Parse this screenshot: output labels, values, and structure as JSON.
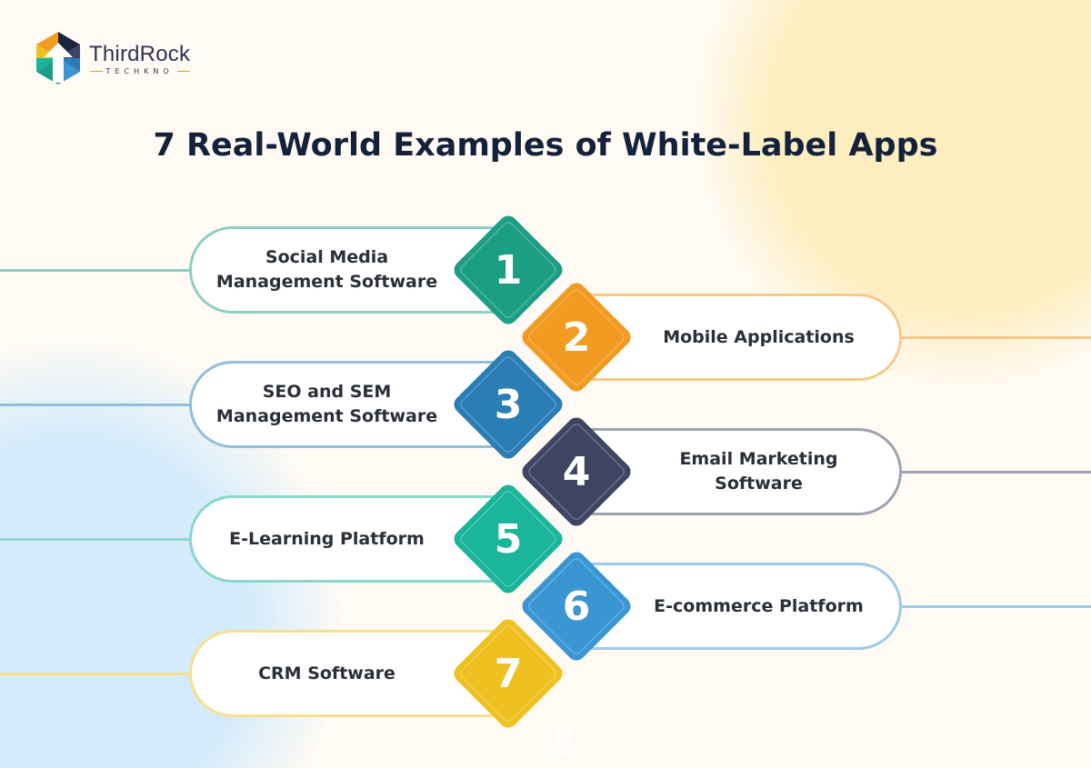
{
  "brand": {
    "name": "ThirdRock",
    "sub": "TECHKNO"
  },
  "title": "7 Real-World Examples of White-Label Apps",
  "items": [
    {
      "num": "1",
      "label": "Social Media Management Software",
      "side": "left",
      "color": "#1c9e85",
      "line": "#8dcfc0"
    },
    {
      "num": "2",
      "label": "Mobile Applications",
      "side": "right",
      "color": "#f29b21",
      "line": "#f6c98a"
    },
    {
      "num": "3",
      "label": "SEO and SEM Management Software",
      "side": "left",
      "color": "#2a7db5",
      "line": "#93bedb"
    },
    {
      "num": "4",
      "label": "Email Marketing Software",
      "side": "right",
      "color": "#3d4562",
      "line": "#a0a3b0"
    },
    {
      "num": "5",
      "label": "E-Learning Platform",
      "side": "left",
      "color": "#1ab59a",
      "line": "#8ad8ca"
    },
    {
      "num": "6",
      "label": "E-commerce Platform",
      "side": "right",
      "color": "#3a95d3",
      "line": "#9ccae9"
    },
    {
      "num": "7",
      "label": "CRM Software",
      "side": "left",
      "color": "#efc120",
      "line": "#f6df8e"
    }
  ],
  "ghost_number": "8"
}
